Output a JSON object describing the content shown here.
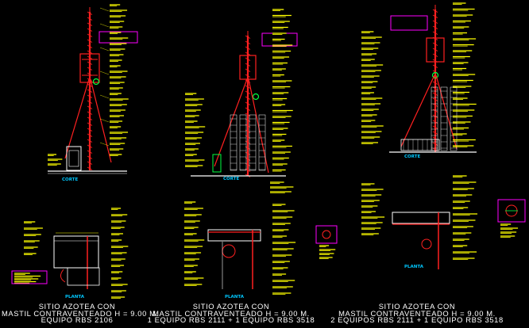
{
  "drawing": {
    "background": "#000000",
    "colors": {
      "annotation": "#ffff00",
      "mast": "#ff2020",
      "structure": "#ffffff",
      "accent_green": "#00ff40",
      "highlight_box": "#ff00ff",
      "view_label": "#00c8ff"
    },
    "titles": [
      {
        "line1": "SITIO AZOTEA CON",
        "line2": "MASTIL CONTRAVENTEADO H = 9.00 M.",
        "line3": "EQUIPO RBS 2106"
      },
      {
        "line1": "SITIO AZOTEA CON",
        "line2": "MASTIL CONTRAVENTEADO H = 9.00 M.",
        "line3": "1 EQUIPO RBS 2111 + 1 EQUIPO RBS 3518"
      },
      {
        "line1": "SITIO AZOTEA CON",
        "line2": "MASTIL CONTRAVENTEADO H = 9.00 M.",
        "line3": "2 EQUIPOS RBS 2111 + 1 EQUIPO RBS 3518"
      }
    ],
    "view_labels": {
      "corte": "CORTE",
      "planta": "PLANTA"
    }
  }
}
